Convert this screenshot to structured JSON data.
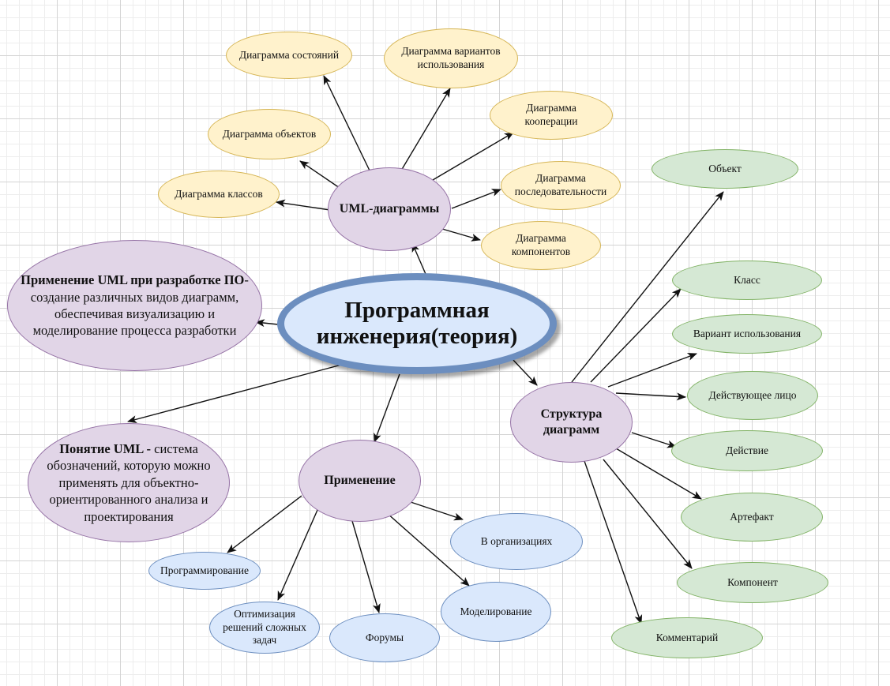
{
  "center": {
    "title": "Программная инженерия(теория)"
  },
  "uml": {
    "hub": "UML-диаграммы",
    "items": [
      "Диаграмма состояний",
      "Диаграмма вариантов использования",
      "Диаграмма кооперации",
      "Диаграмма объектов",
      "Диаграмма классов",
      "Диаграмма последовательности",
      "Диаграмма компонентов"
    ]
  },
  "structure": {
    "hub": "Структура диаграмм",
    "items": [
      "Объект",
      "Класс",
      "Вариант использования",
      "Действующее лицо",
      "Действие",
      "Артефакт",
      "Компонент",
      "Комментарий"
    ]
  },
  "application": {
    "hub": "Применение",
    "items": [
      "В организациях",
      "Программирование",
      "Моделирование",
      "Оптимизация решений сложных задач",
      "Форумы"
    ]
  },
  "notes": {
    "apply": {
      "bold": "Применение UML при разработке ПО",
      "text": "- создание различных видов диаграмм, обеспечивая визуализацию и моделирование процесса разработки"
    },
    "concept": {
      "bold": "Понятие UML -",
      "text": " система обозначений, которую можно применять для объектно-ориентированного анализа и проектирования"
    }
  },
  "colors": {
    "yellow_fill": "#fff2cc",
    "yellow_stroke": "#d6b656",
    "purple_fill": "#e1d5e7",
    "purple_stroke": "#9673a6",
    "green_fill": "#d5e8d4",
    "green_stroke": "#82b366",
    "blue_fill": "#dae8fc",
    "blue_stroke": "#6c8ebf"
  }
}
